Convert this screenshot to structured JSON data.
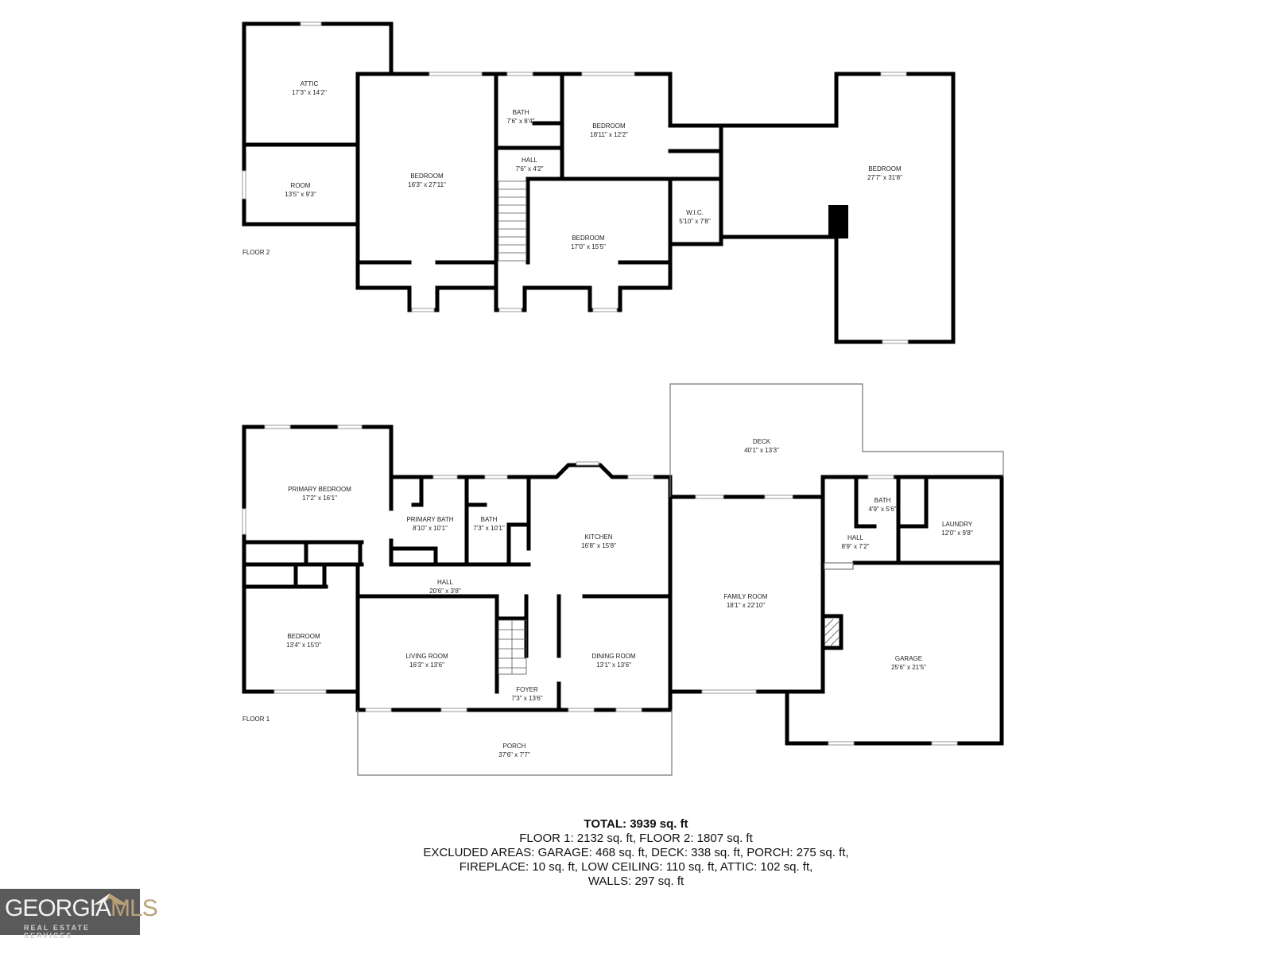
{
  "floor2": {
    "label": "FLOOR 2",
    "rooms": [
      {
        "name": "ATTIC",
        "dims": "17'3\" x 14'2\""
      },
      {
        "name": "ROOM",
        "dims": "13'5\" x 9'3\""
      },
      {
        "name": "BEDROOM",
        "dims": "16'3\" x 27'11\""
      },
      {
        "name": "BATH",
        "dims": "7'6\" x 8'4\""
      },
      {
        "name": "HALL",
        "dims": "7'6\" x 4'2\""
      },
      {
        "name": "BEDROOM",
        "dims": "18'11\" x 12'2\""
      },
      {
        "name": "BEDROOM",
        "dims": "17'0\" x 15'5\""
      },
      {
        "name": "W.I.C.",
        "dims": "5'10\" x 7'8\""
      },
      {
        "name": "BEDROOM",
        "dims": "27'7\" x 31'8\""
      }
    ]
  },
  "floor1": {
    "label": "FLOOR 1",
    "rooms": [
      {
        "name": "PRIMARY BEDROOM",
        "dims": "17'2\" x 16'1\""
      },
      {
        "name": "PRIMARY BATH",
        "dims": "8'10\" x 10'1\""
      },
      {
        "name": "BATH",
        "dims": "7'3\" x 10'1\""
      },
      {
        "name": "KITCHEN",
        "dims": "16'8\" x 15'8\""
      },
      {
        "name": "HALL",
        "dims": "20'6\" x 3'8\""
      },
      {
        "name": "BEDROOM",
        "dims": "13'4\" x 15'0\""
      },
      {
        "name": "LIVING ROOM",
        "dims": "16'3\" x 13'6\""
      },
      {
        "name": "FOYER",
        "dims": "7'3\" x 13'6\""
      },
      {
        "name": "DINING ROOM",
        "dims": "13'1\" x 13'6\""
      },
      {
        "name": "PORCH",
        "dims": "37'6\" x 7'7\""
      },
      {
        "name": "DECK",
        "dims": "40'1\" x 13'3\""
      },
      {
        "name": "FAMILY ROOM",
        "dims": "18'1\" x 22'10\""
      },
      {
        "name": "BATH",
        "dims": "4'9\" x 5'6\""
      },
      {
        "name": "HALL",
        "dims": "8'9\" x 7'2\""
      },
      {
        "name": "LAUNDRY",
        "dims": "12'0\" x 9'8\""
      },
      {
        "name": "GARAGE",
        "dims": "25'6\" x 21'5\""
      }
    ]
  },
  "totals": {
    "total": "TOTAL: 3939 sq. ft",
    "line1": "FLOOR 1: 2132 sq. ft, FLOOR 2: 1807 sq. ft",
    "line2": "EXCLUDED AREAS: GARAGE: 468 sq. ft, DECK: 338 sq. ft, PORCH: 275 sq. ft,",
    "line3": "FIREPLACE: 10 sq. ft, LOW CEILING: 110 sq. ft, ATTIC: 102 sq. ft,",
    "line4": "WALLS: 297 sq. ft"
  },
  "logo": {
    "brand_a": "GEORGIA",
    "brand_b": "MLS",
    "sub": "REAL ESTATE SERVICES"
  },
  "colors": {
    "wall": "#000000",
    "logo_bg": "#5b5a5a",
    "logo_accent": "#b9a178"
  }
}
